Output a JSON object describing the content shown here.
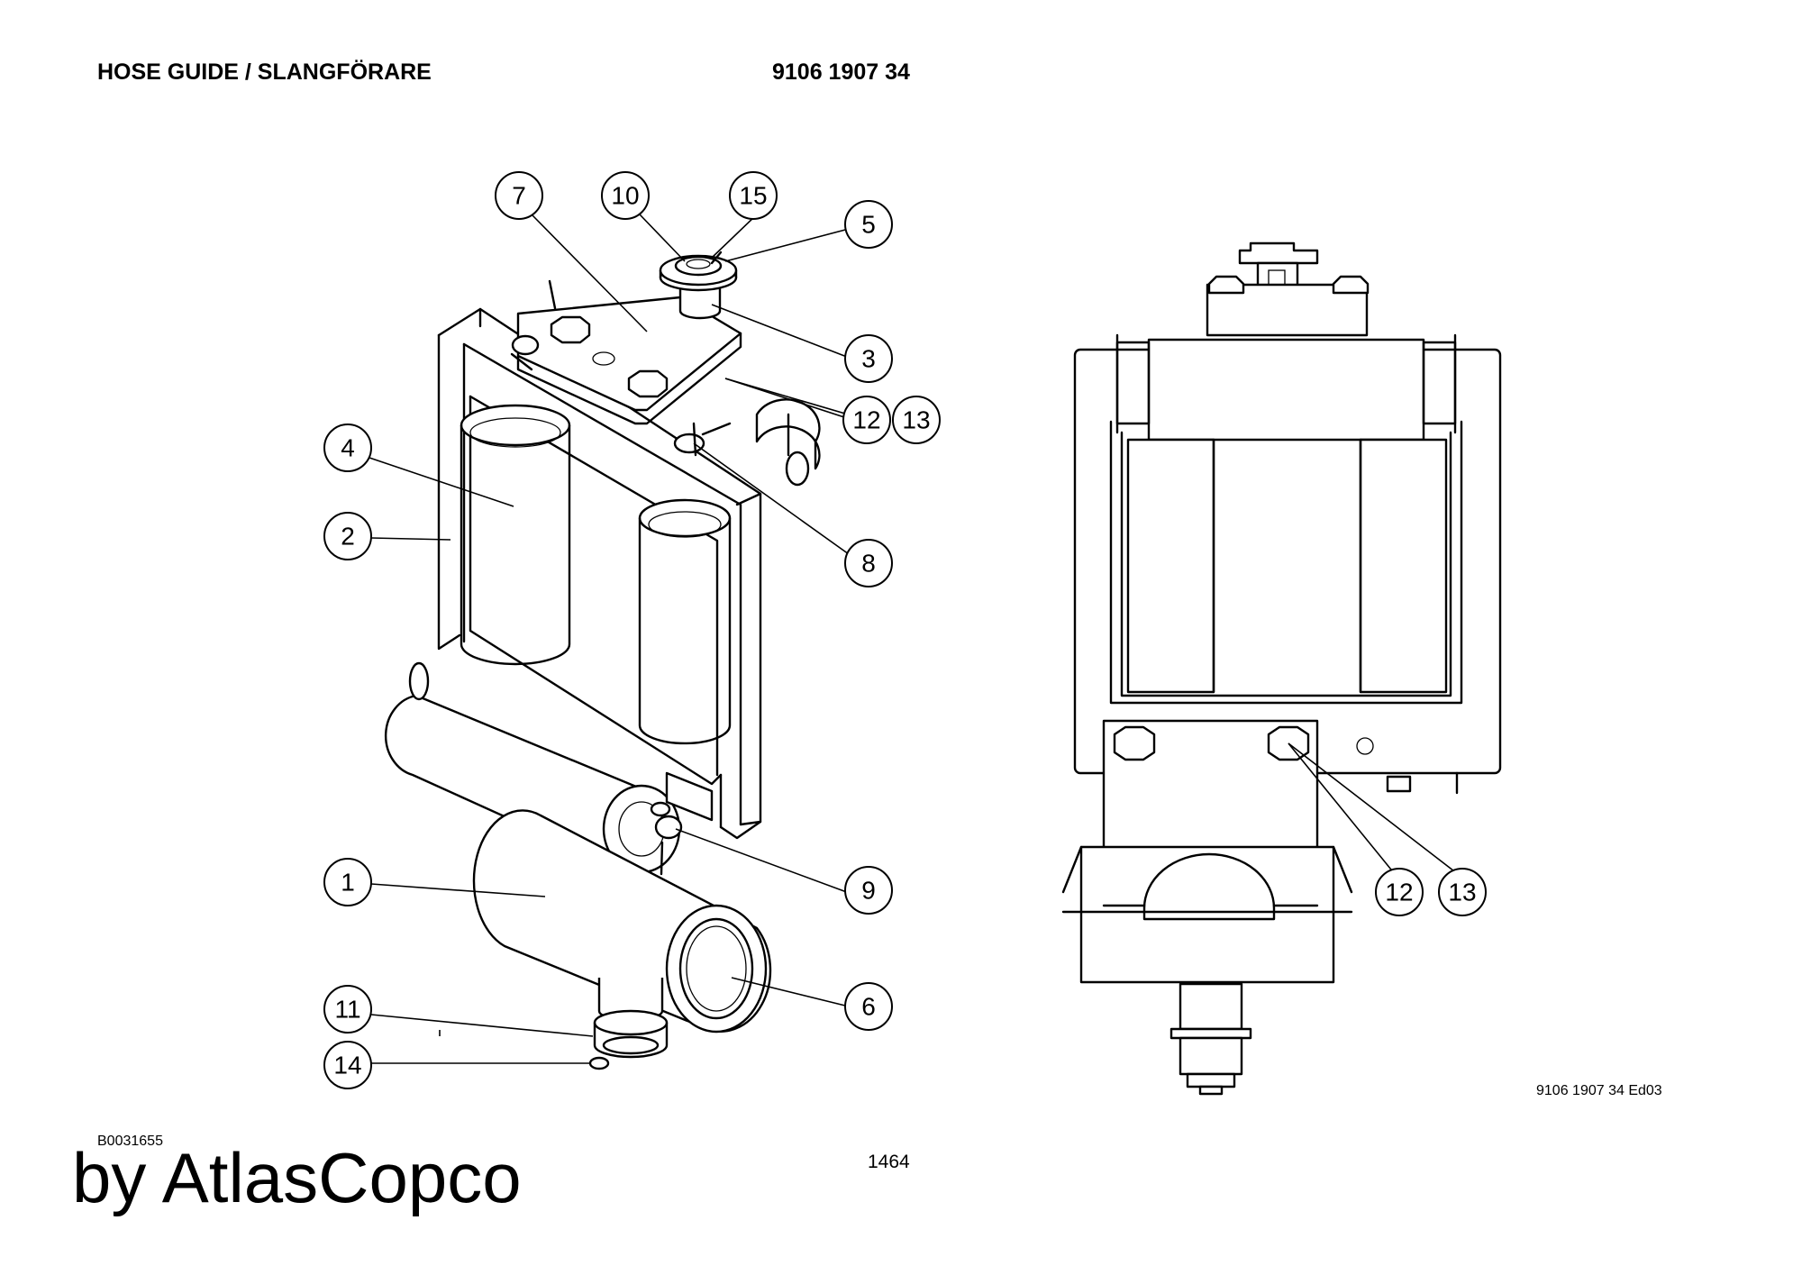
{
  "header": {
    "title": "HOSE GUIDE / SLANGFÖRARE",
    "part_number": "9106 1907 34"
  },
  "footer": {
    "drawing_ref": "9106 1907 34 Ed03",
    "doc_code": "B0031655",
    "page_number": "1464",
    "brand": "by AtlasCopco"
  },
  "callouts": {
    "c1": "1",
    "c2": "2",
    "c3": "3",
    "c4": "4",
    "c5": "5",
    "c6": "6",
    "c7": "7",
    "c8": "8",
    "c9": "9",
    "c10": "10",
    "c11": "11",
    "c12": "12",
    "c13": "13",
    "c14": "14",
    "c15": "15"
  }
}
